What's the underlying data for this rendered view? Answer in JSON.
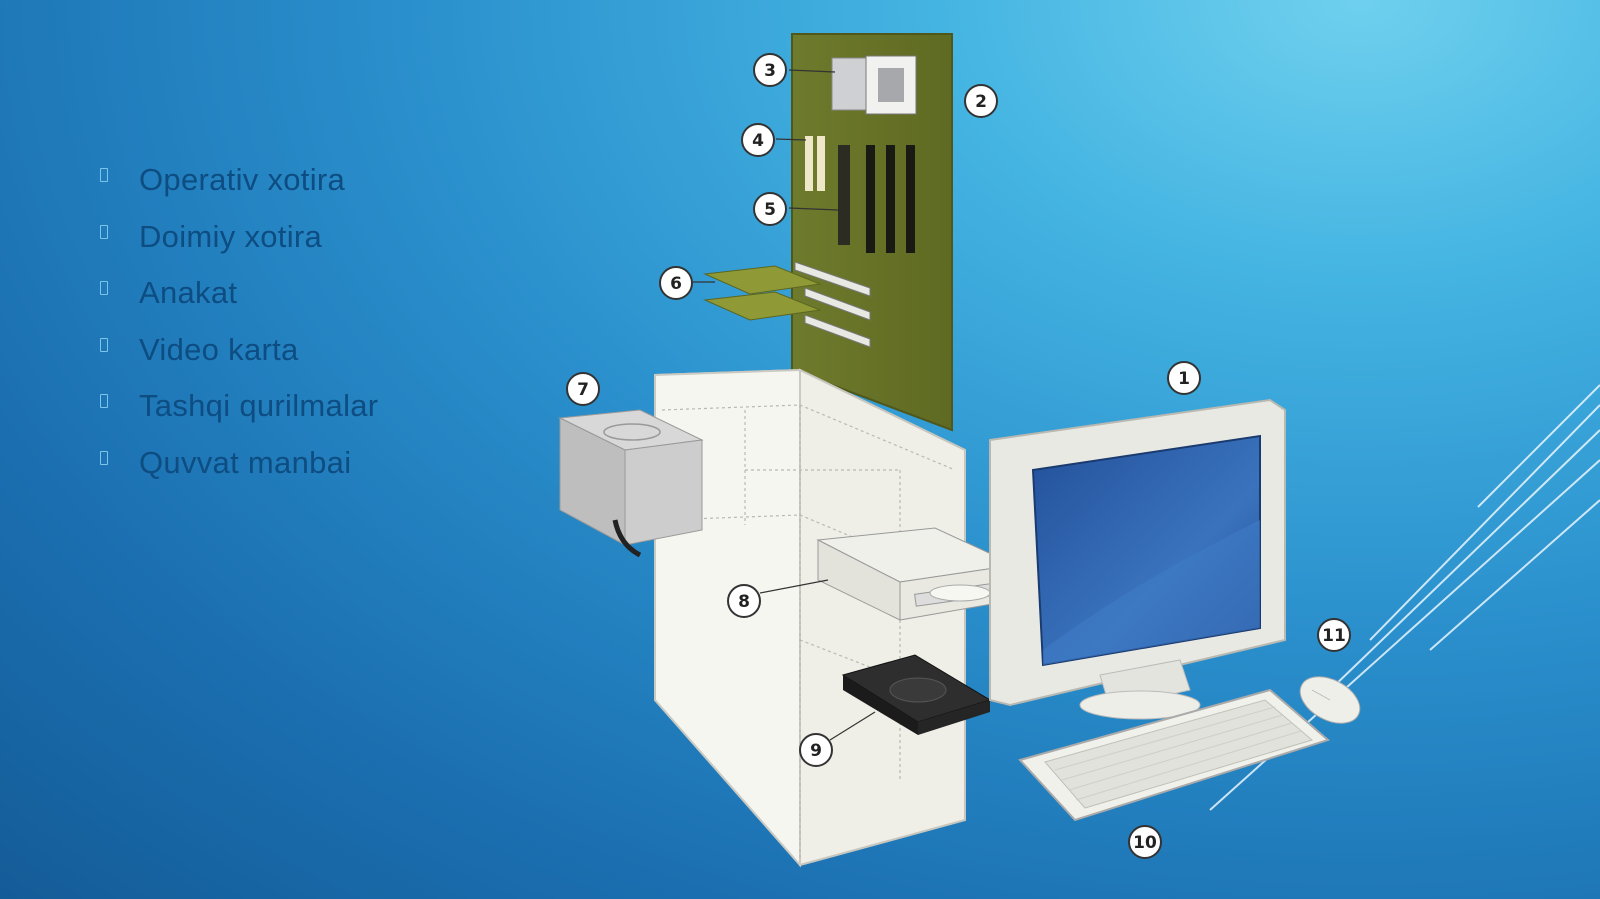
{
  "bullets": [
    "Operativ xotira",
    "Doimiy xotira",
    "Anakat",
    "Video karta",
    "Tashqi qurilmalar",
    "Quvvat manbai"
  ],
  "callouts": [
    "1",
    "2",
    "3",
    "4",
    "5",
    "6",
    "7",
    "8",
    "9",
    "10",
    "11"
  ],
  "colors": {
    "bg_light": "#6fd0ee",
    "bg_dark": "#145c98",
    "text": "#0d4d82",
    "motherboard": "#6b7428",
    "screen": "#2b5fa6"
  },
  "icons": {
    "bullet": "hollow-rectangle-marker"
  }
}
